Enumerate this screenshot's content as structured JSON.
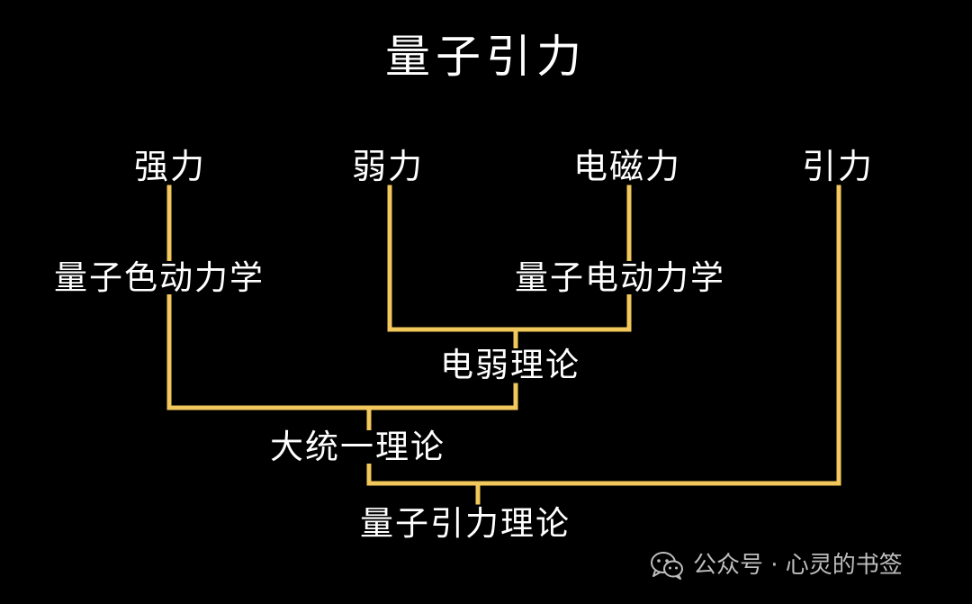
{
  "title": "量子引力",
  "forces": {
    "strong": "强力",
    "weak": "弱力",
    "electromagnetic": "电磁力",
    "gravity": "引力"
  },
  "theories": {
    "qcd": "量子色动力学",
    "qed": "量子电动力学",
    "electroweak": "电弱理论",
    "gut": "大统一理论",
    "quantum_gravity": "量子引力理论"
  },
  "watermark": {
    "icon": "wechat-icon",
    "text": "公众号 · 心灵的书签"
  },
  "colors": {
    "background": "#000000",
    "line": "#f2c75c",
    "text": "#ffffff",
    "watermark": "#bdbdbd"
  }
}
